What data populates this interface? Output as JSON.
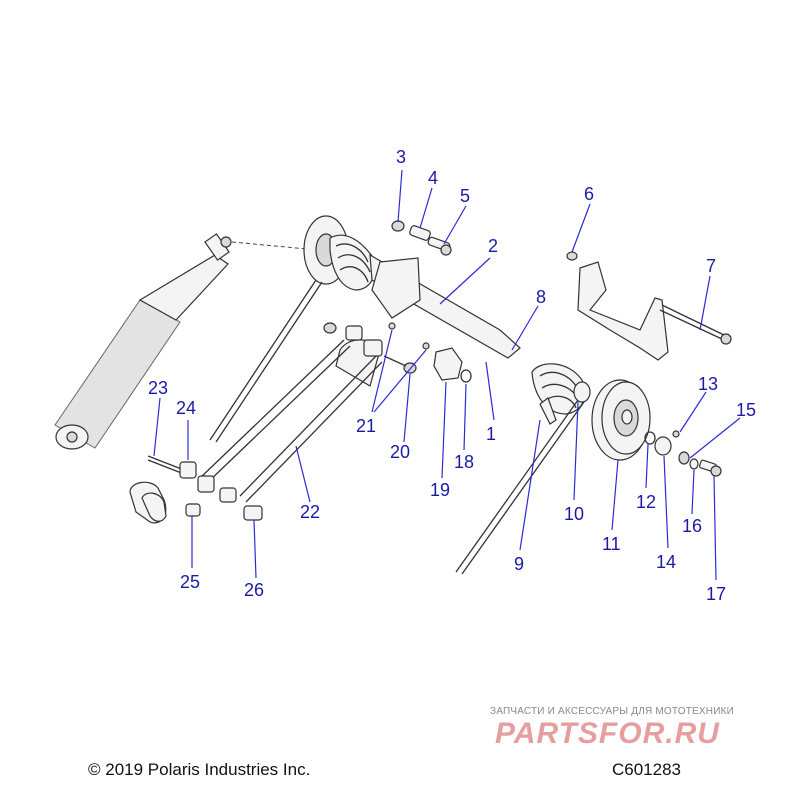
{
  "callouts": [
    "1",
    "2",
    "3",
    "4",
    "5",
    "6",
    "7",
    "8",
    "9",
    "10",
    "11",
    "12",
    "13",
    "14",
    "15",
    "16",
    "17",
    "18",
    "19",
    "20",
    "21",
    "22",
    "23",
    "24",
    "25",
    "26"
  ],
  "footer": {
    "copyright": "© 2019 Polaris Industries Inc.",
    "drawing_number": "C601283"
  },
  "watermark": {
    "tagline": "ЗАПЧАСТИ И АКСЕССУАРЫ ДЛЯ МОТОТЕХНИКИ",
    "brand": "PARTSFOR.RU"
  },
  "colors": {
    "callout": "#1a1aa8",
    "leader": "#2b2bd6",
    "watermark": "#c82828"
  }
}
